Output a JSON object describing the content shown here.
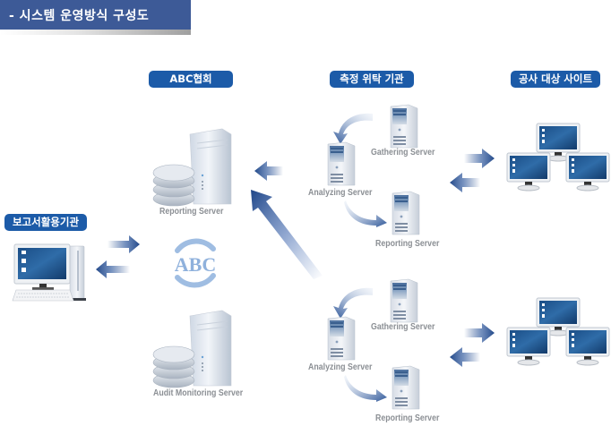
{
  "header": {
    "title": "- 시스템 운영방식 구성도"
  },
  "sections": {
    "abc": {
      "label": "ABC협회"
    },
    "agency": {
      "label": "측정 위탁 기관"
    },
    "sites": {
      "label": "공사 대상 사이트"
    },
    "report_users": {
      "label": "보고서활용기관"
    }
  },
  "abc_side": {
    "reporting_server": "Reporting Server",
    "logo_text": "ABC",
    "audit_server": "Audit Monitoring Server"
  },
  "agency_groups": [
    {
      "gathering": "Gathering Server",
      "analyzing": "Analyzing Server",
      "reporting": "Reporting Server"
    },
    {
      "gathering": "Gathering Server",
      "analyzing": "Analyzing Server",
      "reporting": "Reporting Server"
    }
  ],
  "colors": {
    "banner": "#3d5a97",
    "pill": "#1c5ba8",
    "arrow": "#2a4f8f",
    "label": "#8b8f94"
  }
}
